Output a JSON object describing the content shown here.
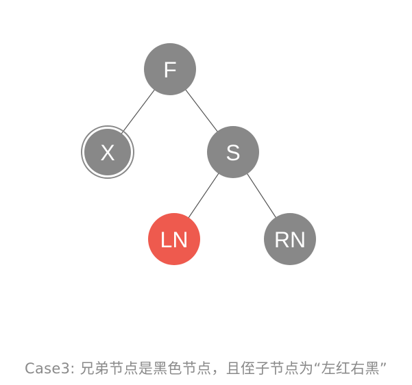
{
  "diagram": {
    "nodes": [
      {
        "id": "F",
        "label": "F",
        "fill": "#888888",
        "double_ring": false
      },
      {
        "id": "X",
        "label": "X",
        "fill": "#888888",
        "double_ring": true
      },
      {
        "id": "S",
        "label": "S",
        "fill": "#888888",
        "double_ring": false
      },
      {
        "id": "LN",
        "label": "LN",
        "fill": "#ee5a4e",
        "double_ring": false
      },
      {
        "id": "RN",
        "label": "RN",
        "fill": "#888888",
        "double_ring": false
      }
    ],
    "edges": [
      {
        "from": "F",
        "to": "X"
      },
      {
        "from": "F",
        "to": "S"
      },
      {
        "from": "S",
        "to": "LN"
      },
      {
        "from": "S",
        "to": "RN"
      }
    ],
    "colors": {
      "black_node": "#888888",
      "red_node": "#ee5a4e",
      "edge": "#555555",
      "caption": "#8a8a8a"
    }
  },
  "caption": "Case3: 兄弟节点是黑色节点，且侄子节点为“左红右黑”"
}
